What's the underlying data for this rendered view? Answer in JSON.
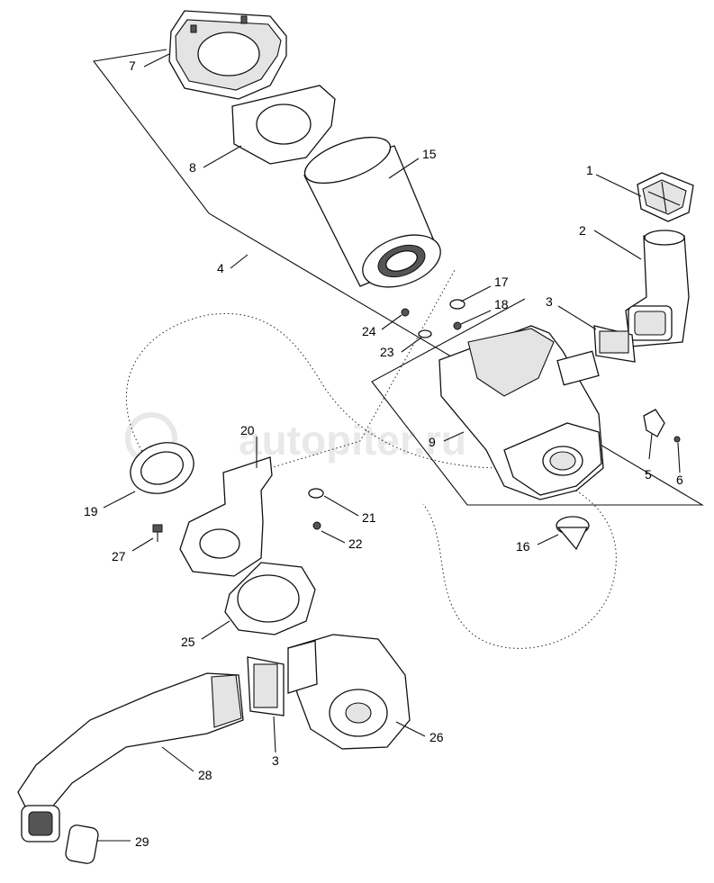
{
  "watermark": "autopiter.ru",
  "callouts": {
    "c1": "1",
    "c2": "2",
    "c3a": "3",
    "c3b": "3",
    "c4": "4",
    "c5": "5",
    "c6": "6",
    "c7": "7",
    "c8": "8",
    "c9": "9",
    "c15": "15",
    "c16": "16",
    "c17": "17",
    "c18": "18",
    "c19": "19",
    "c20": "20",
    "c21": "21",
    "c22": "22",
    "c23": "23",
    "c24": "24",
    "c25": "25",
    "c26": "26",
    "c27": "27",
    "c28": "28",
    "c29": "29"
  }
}
